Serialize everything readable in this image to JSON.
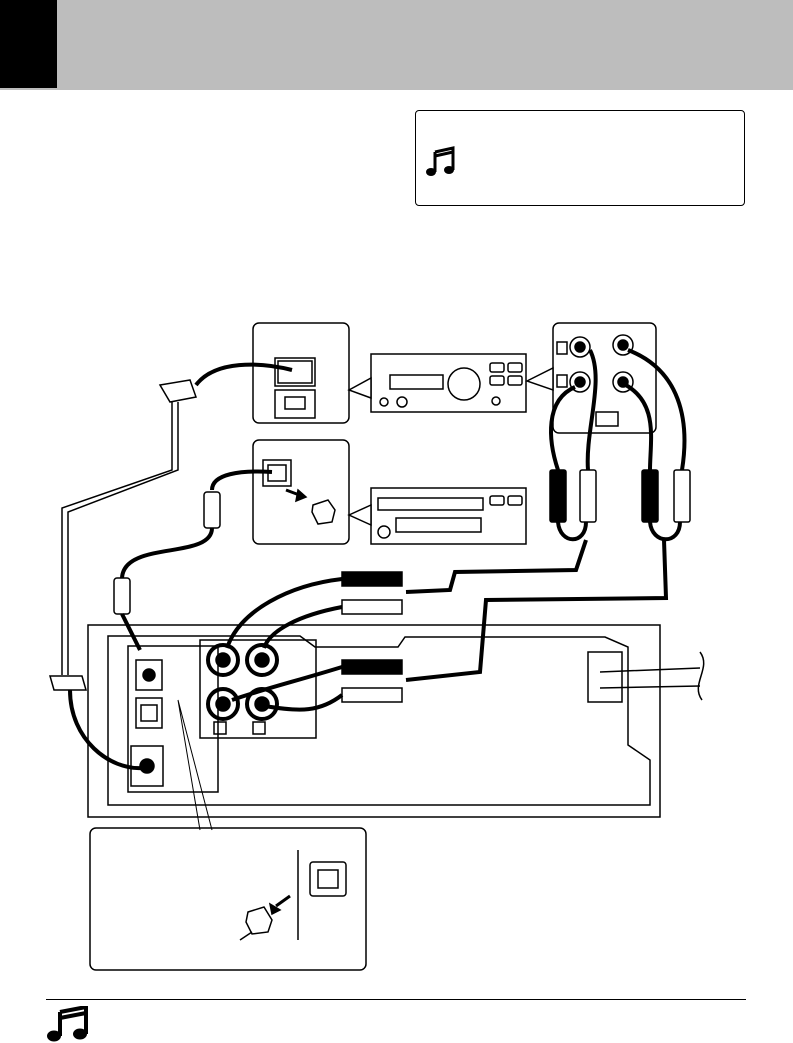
{
  "header": {
    "accent": "#000000",
    "bar_color": "#bdbdbd"
  },
  "note_box": {
    "icon": "music-note-icon"
  },
  "footer": {
    "icon": "music-note-icon"
  },
  "diagram": {
    "devices": [
      "amplifier-front-panel",
      "cd-player-front-panel",
      "main-unit-rear-panel",
      "rca-jack-panel"
    ],
    "cables": [
      "system-control-cable",
      "optical-cable",
      "rca-cable-pair-1",
      "rca-cable-pair-2",
      "power-cord"
    ],
    "icons": [
      "arrow-icon",
      "optical-cap-icon"
    ]
  }
}
